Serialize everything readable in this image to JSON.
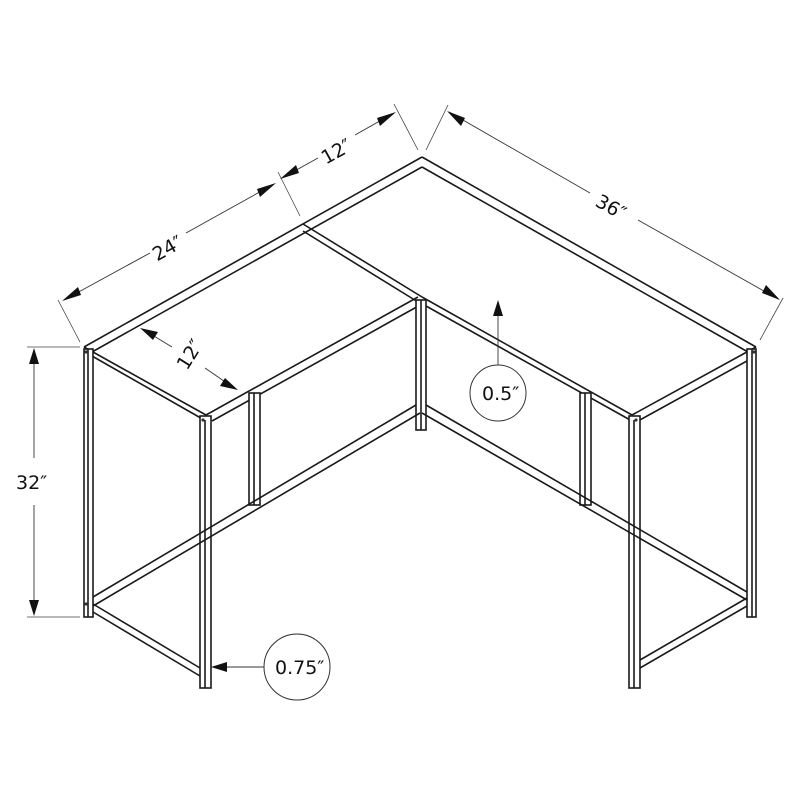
{
  "diagram": {
    "subject": "L-shaped corner desk dimension drawing",
    "line_color": "#1a1a1a",
    "background": "#ffffff",
    "dimensions": {
      "left_length": "24″",
      "return_depth_top": "12″",
      "right_length": "36″",
      "left_depth": "12″",
      "height": "32″"
    },
    "callouts": {
      "top_thickness": "0.5″",
      "leg_width": "0.75″"
    }
  }
}
